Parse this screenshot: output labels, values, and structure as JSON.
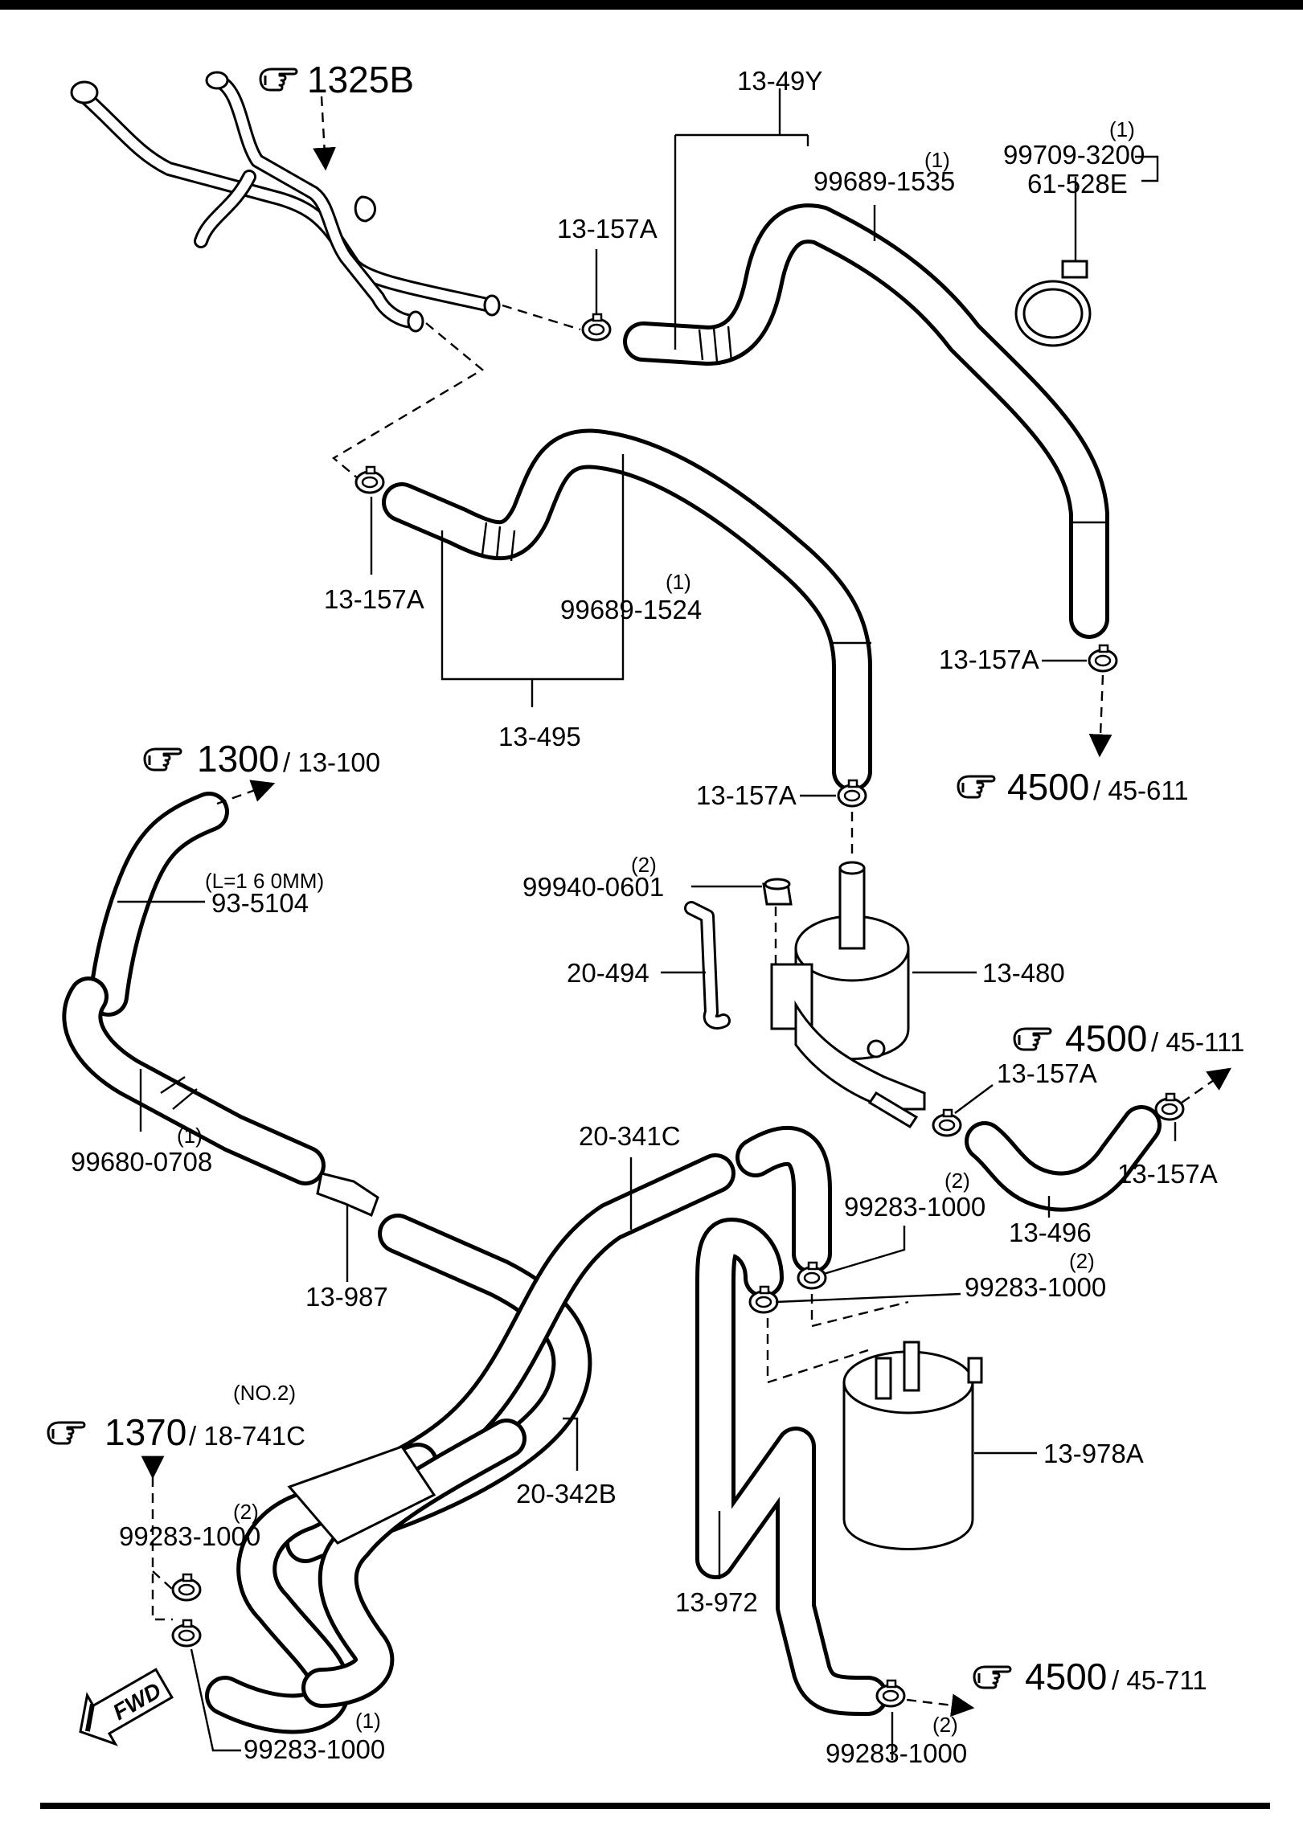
{
  "parts": {
    "p_13_49y": "13-49Y",
    "p_99689_1535": "99689-1535",
    "p_99689_1535_qty": "(1)",
    "p_99709_3200": "99709-3200",
    "p_99709_3200_qty": "(1)",
    "p_61_528e": "61-528E",
    "p_13_157a": "13-157A",
    "p_99689_1524": "99689-1524",
    "p_99689_1524_qty": "(1)",
    "p_13_495": "13-495",
    "p_99940_0601": "99940-0601",
    "p_99940_0601_qty": "(2)",
    "p_20_494": "20-494",
    "p_13_480": "13-480",
    "p_93_5104": "93-5104",
    "p_93_5104_len": "(L=1 6 0MM)",
    "p_99680_0708": "99680-0708",
    "p_99680_0708_qty": "(1)",
    "p_13_987": "13-987",
    "p_20_341c": "20-341C",
    "p_99283_1000": "99283-1000",
    "qty_2": "(2)",
    "qty_1": "(1)",
    "p_13_496": "13-496",
    "p_13_978a": "13-978A",
    "p_13_972": "13-972",
    "p_20_342b": "20-342B",
    "p_no2": "(NO.2)"
  },
  "refs": {
    "r_1325b": "1325B",
    "r_1300": "1300",
    "r_13_100": "/ 13-100",
    "r_4500": "4500",
    "r_45_611": "/ 45-611",
    "r_45_111": "/ 45-111",
    "r_1370": "1370",
    "r_18_741c": "/ 18-741C",
    "r_45_711": "/ 45-711"
  },
  "fwd_label": "FWD",
  "icons": {
    "pointing_hand": "pointing-hand-icon",
    "fwd_arrow": "fwd-arrow-icon"
  }
}
